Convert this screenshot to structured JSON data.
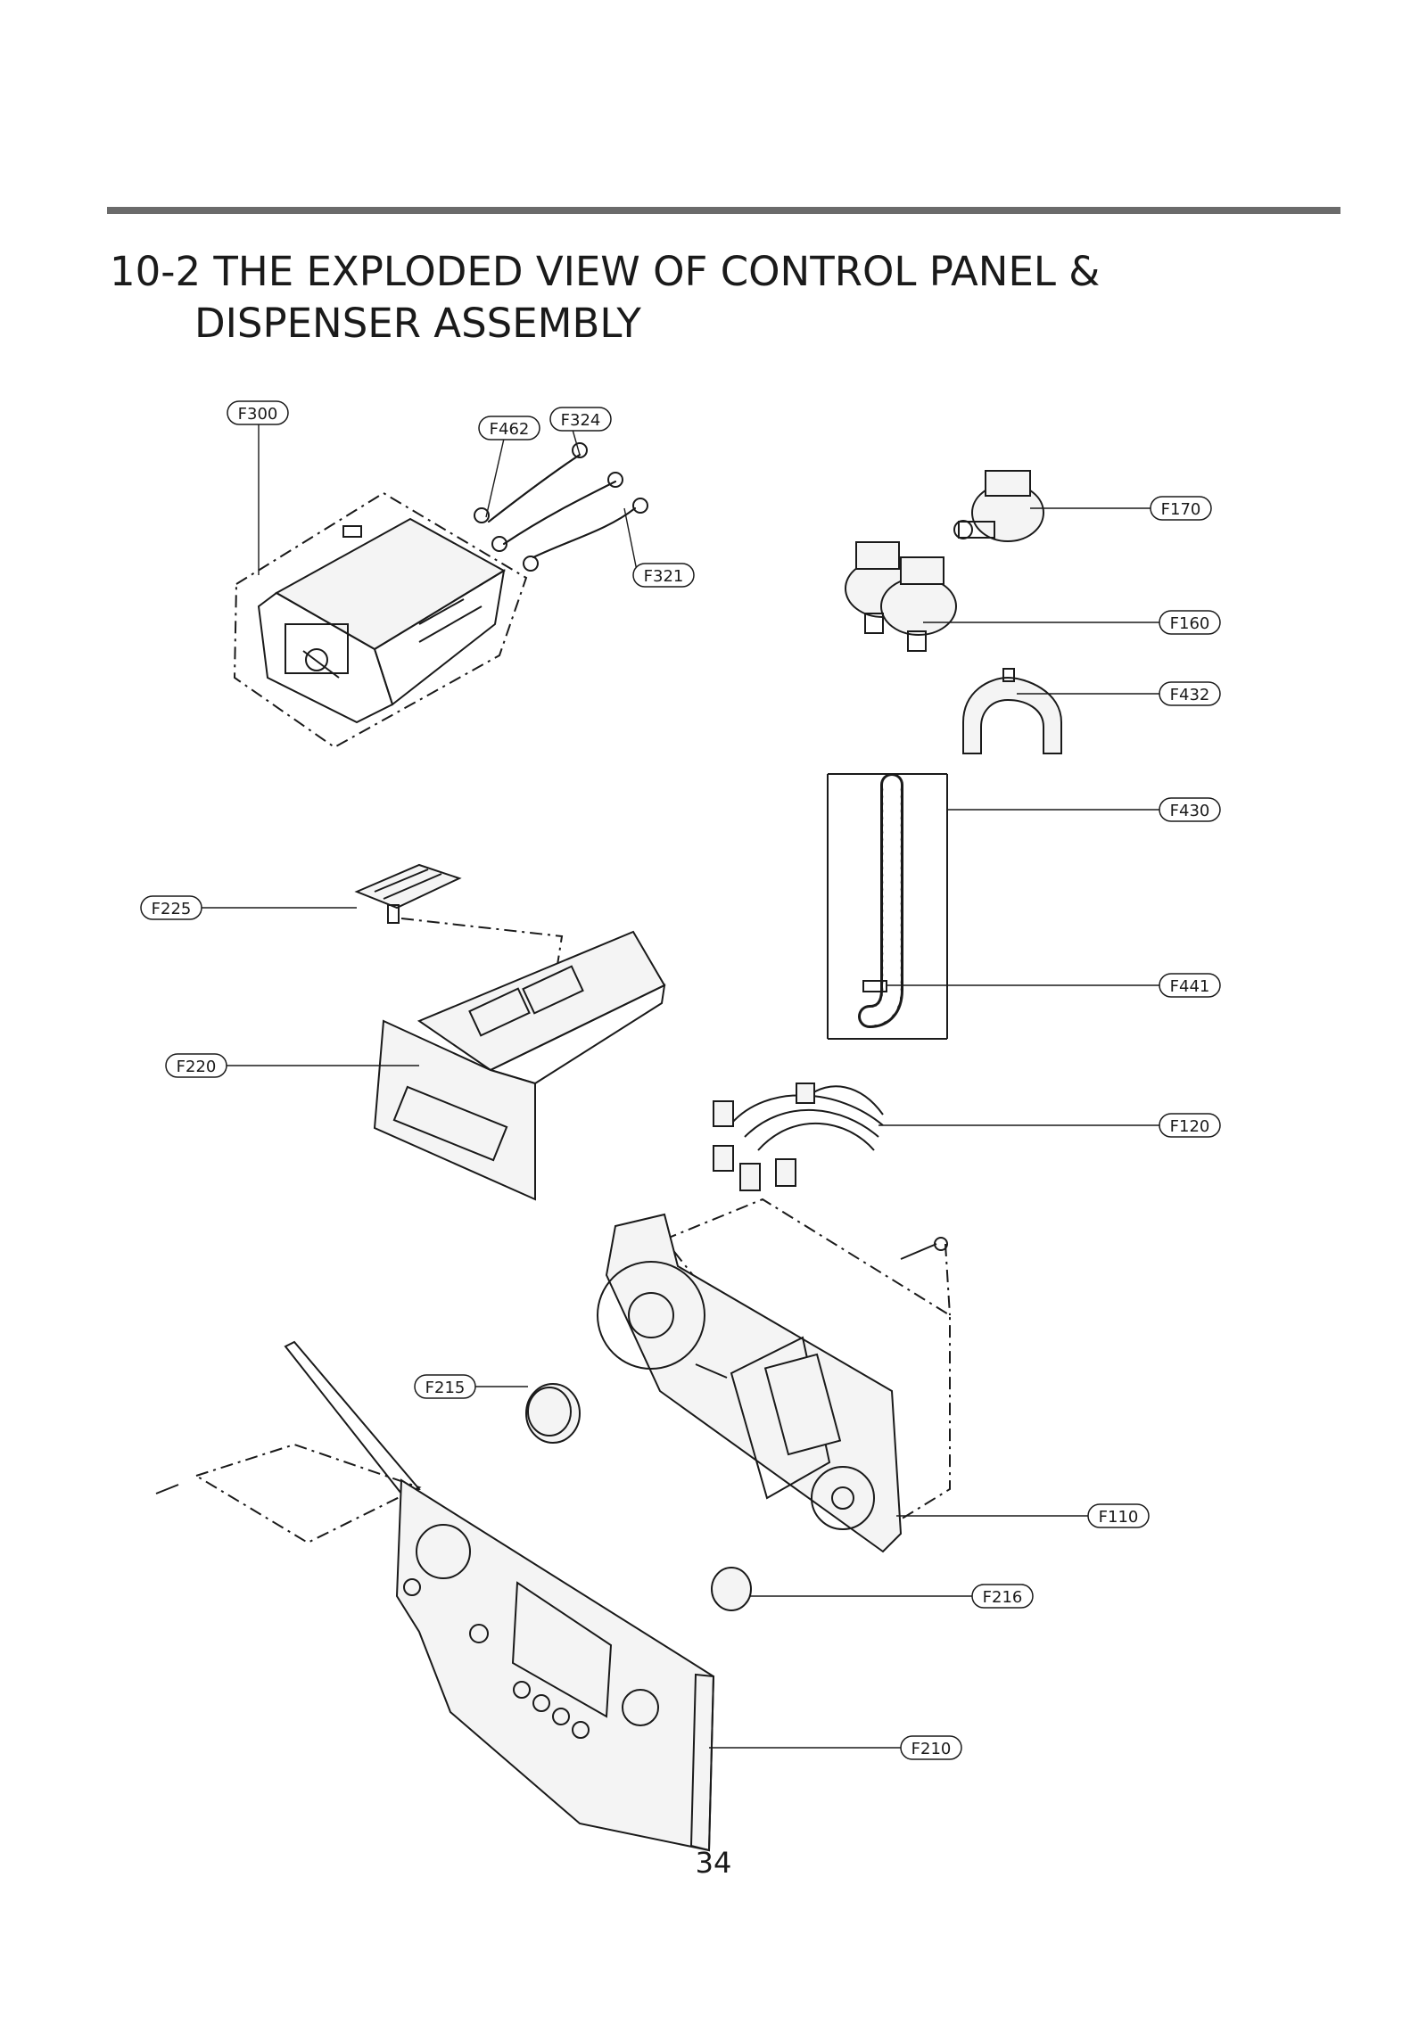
{
  "header": {
    "title_line1": "10-2 THE EXPLODED VIEW OF CONTROL PANEL &",
    "title_line2": "DISPENSER ASSEMBLY"
  },
  "labels": {
    "F300": "F300",
    "F462": "F462",
    "F324": "F324",
    "F321": "F321",
    "F170": "F170",
    "F160": "F160",
    "F432": "F432",
    "F430": "F430",
    "F225": "F225",
    "F441": "F441",
    "F220": "F220",
    "F120": "F120",
    "F215": "F215",
    "F110": "F110",
    "F216": "F216",
    "F210": "F210"
  },
  "footer": {
    "page_number": "34"
  }
}
